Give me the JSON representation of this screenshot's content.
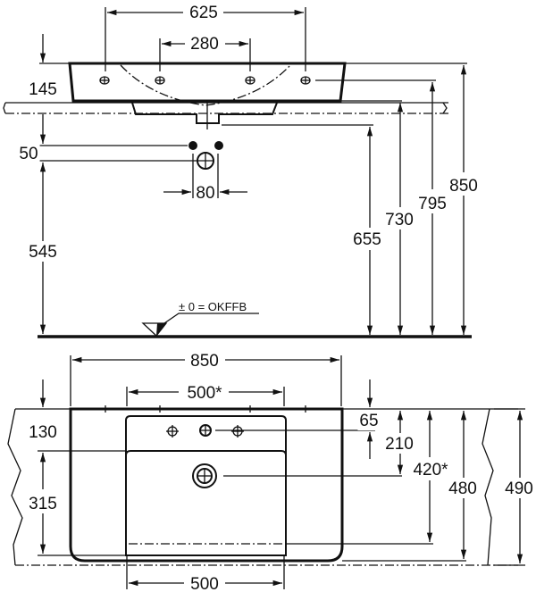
{
  "drawing": {
    "side_view": {
      "dimensions": {
        "outer_tap_holes": "625",
        "inner_tap_holes": "280",
        "rim_thickness": "145",
        "waste_offset": "50",
        "waste_spacing": "80",
        "waste_height": "545",
        "h_waste": "655",
        "h_counter": "730",
        "h_tap": "795",
        "h_top": "850"
      },
      "floor_reference": "± 0 = OKFFB"
    },
    "top_view": {
      "dimensions": {
        "overall_width": "850",
        "basin_width_top": "500*",
        "basin_width_bottom": "500",
        "rim_depth": "130",
        "bowl_depth": "315",
        "tap_offset": "65",
        "waste_offset": "210",
        "basin_depth": "420*",
        "overall_depth": "480",
        "counter_depth": "490"
      }
    }
  }
}
